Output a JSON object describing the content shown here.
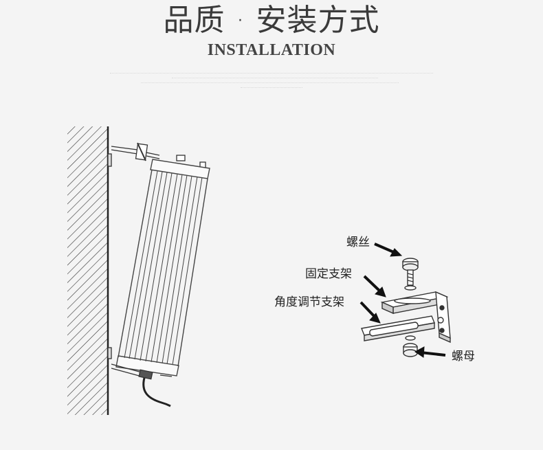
{
  "header": {
    "title": "品质 · 安装方式",
    "subtitle": "INSTALLATION"
  },
  "labels": {
    "screw": "螺丝",
    "fixed_bracket": "固定支架",
    "angle_bracket": "角度调节支架",
    "nut": "螺母"
  }
}
